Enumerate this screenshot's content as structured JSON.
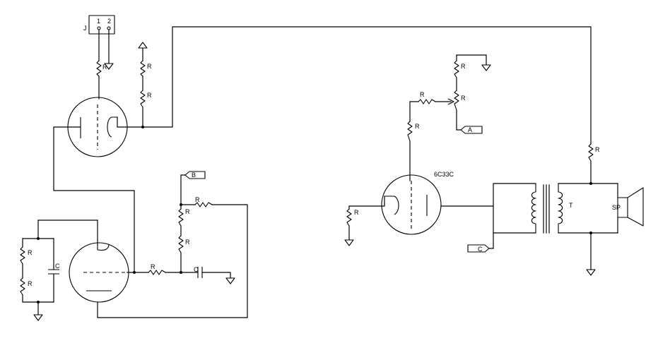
{
  "labels": {
    "jack": "J",
    "jack_pin1": "1",
    "jack_pin2": "2",
    "resistor": "R",
    "capacitor": "C",
    "transformer": "T",
    "speaker": "SP",
    "tube_type": "6C33C",
    "port_a": "A",
    "port_b": "B",
    "port_c": "C"
  },
  "colors": {
    "ink": "#000000",
    "paper": "#ffffff"
  }
}
